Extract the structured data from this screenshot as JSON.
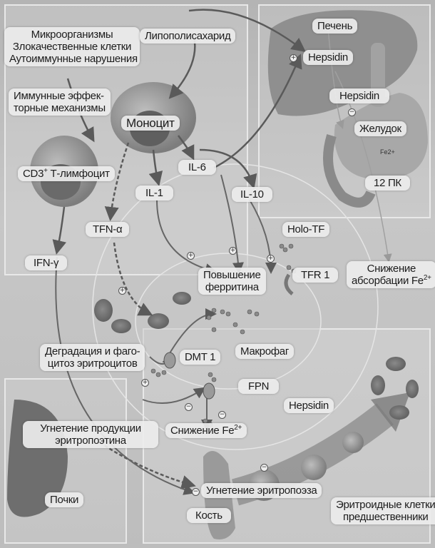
{
  "diagram": {
    "topic": "anemia of chronic disease pathogenesis",
    "labels": {
      "triggers": [
        "Микроорганизмы",
        "Злокачественные клетки",
        "Аутоиммунные нарушения"
      ],
      "lps": "Липополисахарид",
      "immune_effector": [
        "Иммунные эффек-",
        "торные механизмы"
      ],
      "monocyte": "Моноцит",
      "cd3": "CD3",
      "cd3_sup": "+",
      "cd3_suffix": " Т-лимфоцит",
      "il6": "IL-6",
      "il1": "IL-1",
      "il10": "IL-10",
      "tnf": "TFN-α",
      "ifn": "IFN-γ",
      "liver": "Печень",
      "hepsidin_liver": "Hepsidin",
      "hepsidin_gut": "Hepsidin",
      "stomach": "Желудок",
      "duodenum": "12 ПК",
      "fe_small": "Fe2+",
      "holo_tf": "Holo-TF",
      "tfr1": "TFR 1",
      "ferritin_up": [
        "Повышение",
        "ферритина"
      ],
      "absorption_down": [
        "Снижение",
        "абсорбации Fe"
      ],
      "absorption_sup": "2+",
      "degradation": [
        "Деградация и фаго-",
        "цитоз эритроцитов"
      ],
      "dmt1": "DMT 1",
      "macrophage": "Макрофаг",
      "fpn": "FPN",
      "hepsidin_macrophage": "Hepsidin",
      "fe_down": "Снижение Fe",
      "fe_down_sup": "2+",
      "epo_down": [
        "Угнетение продукции",
        "эритропоэтина"
      ],
      "kidneys": "Почки",
      "erythropoiesis_down": "Угнетение эритропоэза",
      "bone": "Кость",
      "erythroid_precursors": [
        "Эритроидные клетки",
        "предшественники"
      ]
    },
    "signs": {
      "plus": "+",
      "minus": "−"
    }
  }
}
